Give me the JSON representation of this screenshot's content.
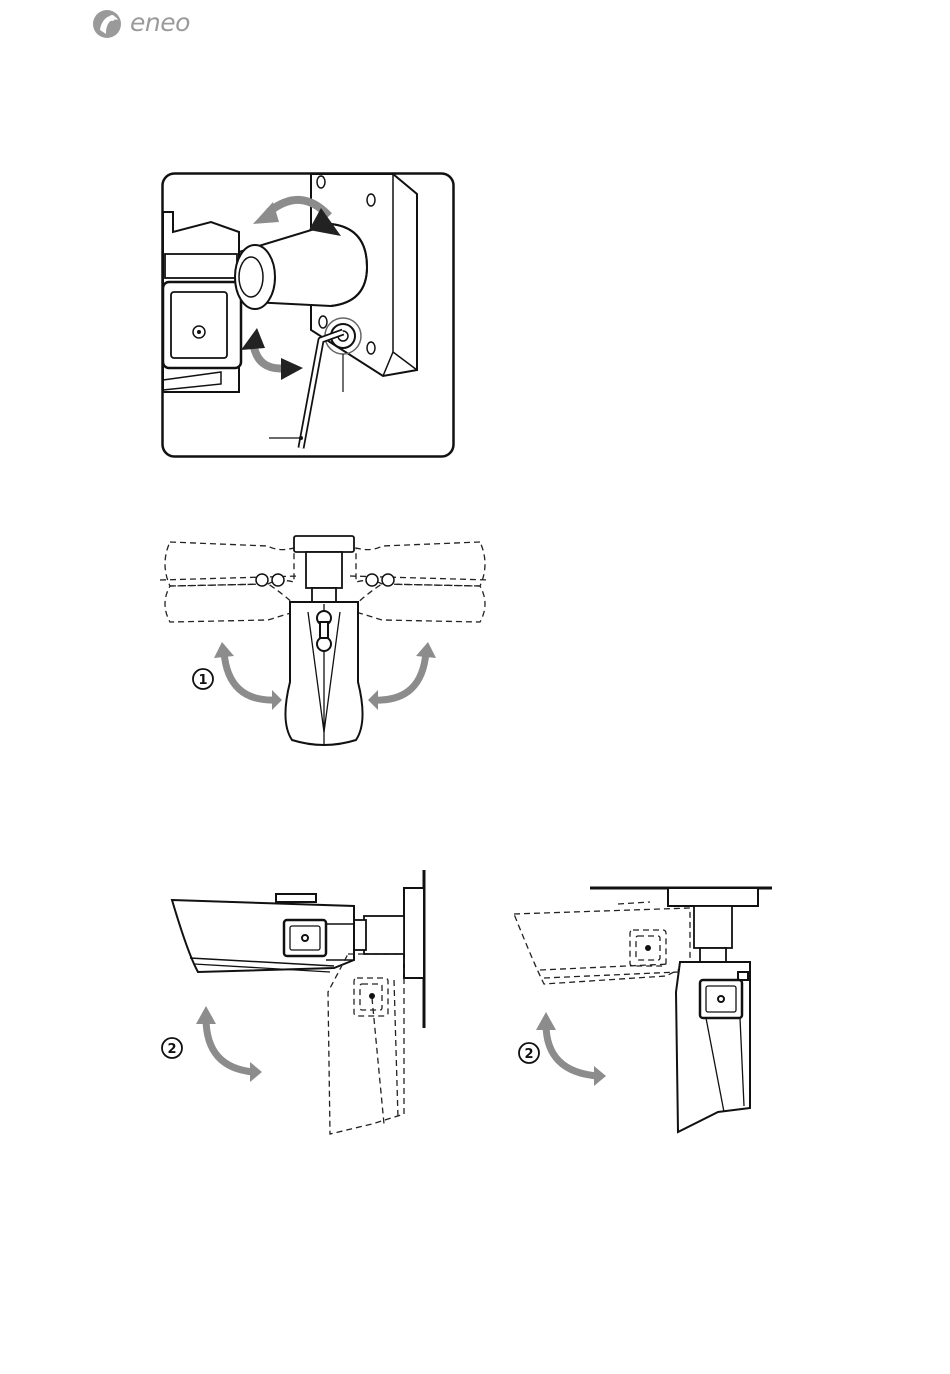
{
  "brand": {
    "name": "eneo"
  },
  "step_markers": {
    "step1": "1",
    "step2": "2"
  },
  "colors": {
    "arrow": "#8c8c8c",
    "line": "#1a1a1a",
    "logo": "#9a9a9a"
  },
  "figures": [
    {
      "id": "mount-detail",
      "icons": [
        "curved-arrow-icon",
        "curved-arrow-icon",
        "hex-key-icon"
      ]
    },
    {
      "id": "pan-rotation",
      "marker": "1"
    },
    {
      "id": "tilt-wall-mount",
      "marker": "2"
    },
    {
      "id": "tilt-ceiling-mount",
      "marker": "2"
    }
  ]
}
